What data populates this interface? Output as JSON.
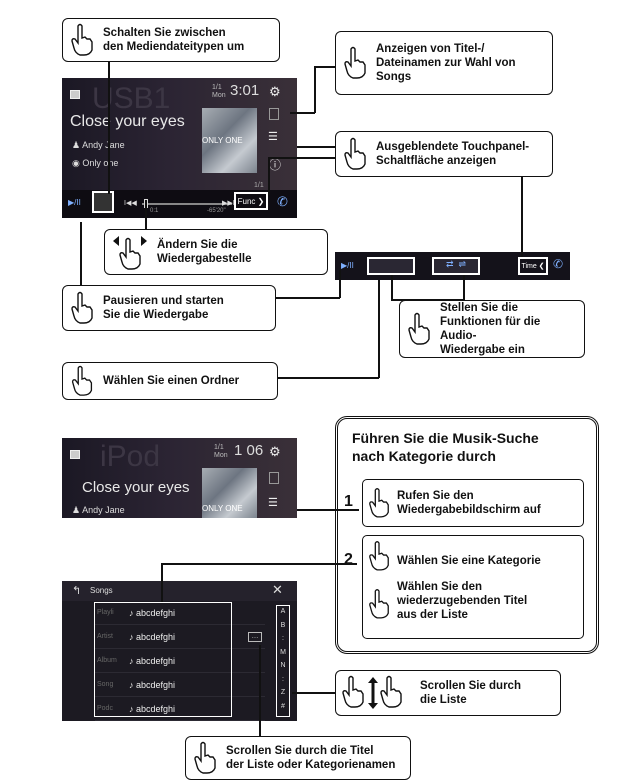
{
  "screen1": {
    "title_ghost": "USB1",
    "song_title": "Close your eyes",
    "artist": "Andy Jane",
    "album": "Only one",
    "track_count": "1/1",
    "day": "Mon",
    "clock": "3:01",
    "album_art_text": "ONLY ONE",
    "func_button": "Func",
    "time_elapsed": "0:1",
    "time_remaining": "-65'20\"",
    "pause_play_label": "▶/II",
    "prev_label": "I◀◀",
    "next_label": "▶▶I",
    "track_fraction": "1/1"
  },
  "screen1_hidden_bar": {
    "pause_play_label": "▶/II",
    "time_button": "Time"
  },
  "screen2": {
    "title_ghost": "iPod",
    "song_title": "Close your eyes",
    "artist": "Andy Jane",
    "track_count": "1/1",
    "day": "Mon",
    "clock": "1 06",
    "album_art_text": "ONLY ONE"
  },
  "list_screen": {
    "header_title": "Songs",
    "categories": [
      "Playli",
      "Artist",
      "Album",
      "Song",
      "Podc"
    ],
    "songs": [
      "abcdefghi",
      "abcdefghi",
      "abcdefghi",
      "abcdefghi",
      "abcdefghi"
    ],
    "alpha_index": [
      "A",
      "B",
      ":",
      "M",
      "N",
      ":",
      "Z",
      "#"
    ],
    "more_button": "…"
  },
  "callouts": {
    "switch_media": "Schalten Sie zwischen\nden Mediendateitypen um",
    "show_titles": "Anzeigen von Titel-/\nDateinamen zur Wahl von\nSongs",
    "hidden_touch": "Ausgeblendete Touchpanel-\nSchaltfläche anzeigen",
    "change_position": "Ändern Sie die\nWiedergabestelle",
    "pause_start": "Pausieren und starten\nSie die Wiedergabe",
    "audio_functions": "Stellen Sie die\nFunktionen für die Audio-\nWiedergabe ein",
    "select_folder": "Wählen Sie einen Ordner",
    "scroll_list": "Scrollen Sie durch\ndie Liste",
    "scroll_titles": "Scrollen Sie durch die Titel\nder Liste oder Kategorienamen"
  },
  "search_panel": {
    "heading": "Führen Sie die Musik-Suche\nnach Kategorie durch",
    "step1_num": "1",
    "step1_text": "Rufen Sie den\nWiedergabebildschirm auf",
    "step2_num": "2",
    "step2a_text": "Wählen Sie eine Kategorie",
    "step2b_text": "Wählen Sie den\nwiederzugebenden Titel\naus der Liste"
  }
}
